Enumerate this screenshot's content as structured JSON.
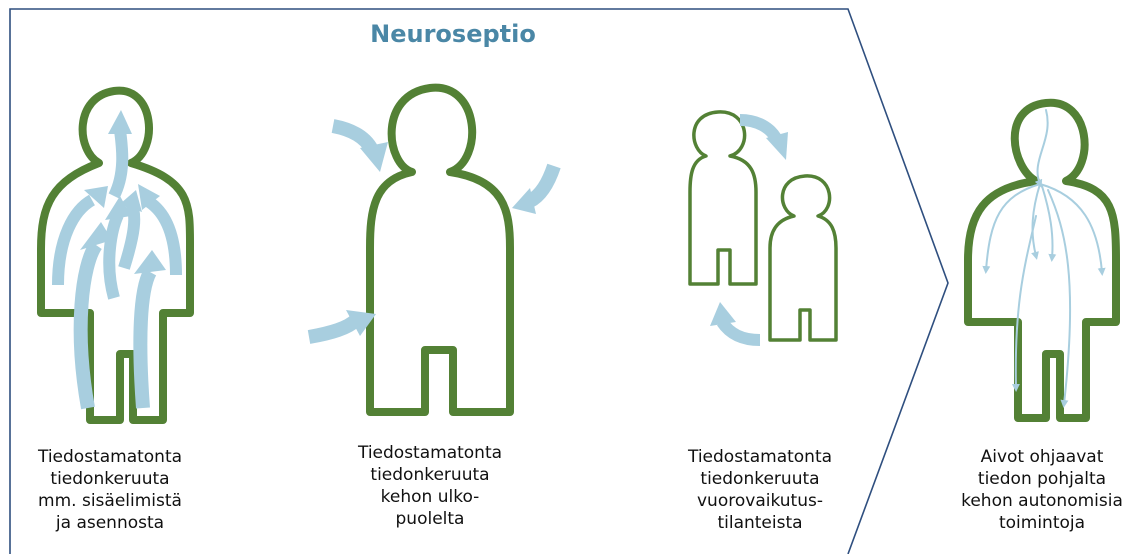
{
  "title": "Neuroseptio",
  "captions": [
    {
      "lines": [
        "Tiedostamatonta",
        "tiedonkeruuta",
        "mm. sisäelimistä",
        "ja asennosta"
      ]
    },
    {
      "lines": [
        "Tiedostamatonta",
        "tiedonkeruuta",
        "kehon ulko-",
        "puolelta"
      ]
    },
    {
      "lines": [
        "Tiedostamatonta",
        "tiedonkeruuta",
        "vuorovaikutus-",
        "tilanteista"
      ]
    },
    {
      "lines": [
        "Aivot ohjaavat",
        "tiedon pohjalta",
        "kehon autonomisia",
        "toimintoja"
      ]
    }
  ],
  "colors": {
    "outline": "#538135",
    "arrow": "#a8cedf",
    "title": "#4a87a6",
    "frame": "#2f4f7f"
  }
}
